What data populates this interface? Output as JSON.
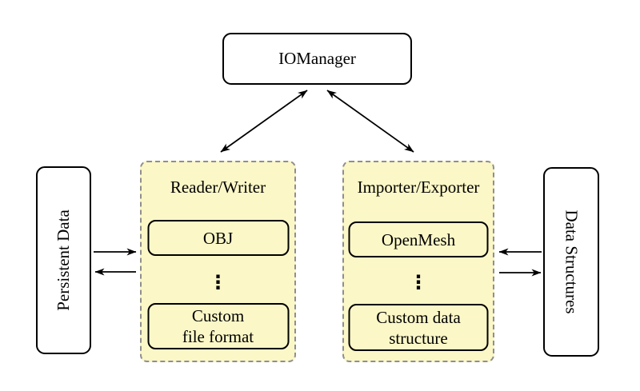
{
  "colors": {
    "background": "#FFFFFF",
    "container_fill": "#FBF7C7",
    "container_dash_border": "#8F8F8F",
    "box_border": "#000000",
    "arrow": "#000000",
    "text": "#000000"
  },
  "diagram": {
    "iomanager": {
      "label": "IOManager"
    },
    "persistent_data": {
      "label": "Persistent Data"
    },
    "data_structures": {
      "label": "Data Structures"
    },
    "reader_writer": {
      "title": "Reader/Writer",
      "top_box": "OBJ",
      "ellipsis": "⋮",
      "bottom_box_lines": [
        "Custom",
        "file format"
      ]
    },
    "importer_exporter": {
      "title": "Importer/Exporter",
      "top_box": "OpenMesh",
      "ellipsis": "⋮",
      "bottom_box_lines": [
        "Custom data",
        "structure"
      ]
    }
  }
}
